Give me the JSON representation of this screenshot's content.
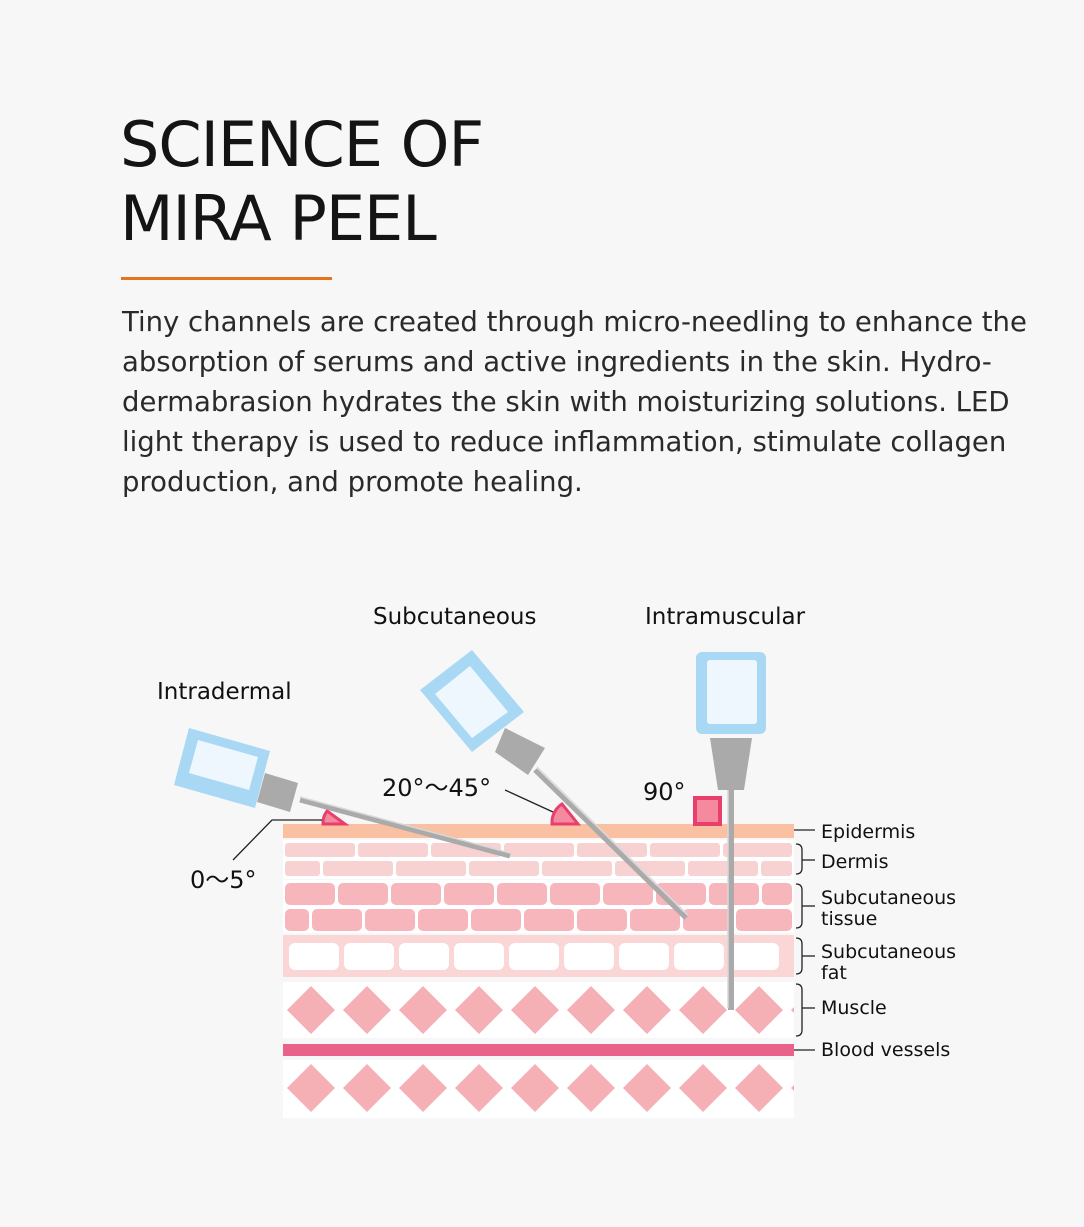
{
  "header": {
    "title_line1": "SCIENCE OF",
    "title_line2": "MIRA PEEL",
    "accent_color": "#e8731f"
  },
  "description": "Tiny channels are created through micro-needling to enhance the absorption of serums and active ingredients in the skin. Hydro-dermabrasion hydrates the skin with moisturizing solutions. LED light therapy is used to reduce inflammation, stimulate collagen production, and promote healing.",
  "diagram": {
    "injections": [
      {
        "name": "Intradermal",
        "angle": "0～5°"
      },
      {
        "name": "Subcutaneous",
        "angle": "20°～45°"
      },
      {
        "name": "Intramuscular",
        "angle": "90°"
      }
    ],
    "layers": [
      {
        "label": "Epidermis"
      },
      {
        "label": "Dermis"
      },
      {
        "label_line1": "Subcutaneous",
        "label_line2": "tissue"
      },
      {
        "label_line1": "Subcutaneous",
        "label_line2": "fat"
      },
      {
        "label": "Muscle"
      },
      {
        "label": "Blood vessels"
      }
    ],
    "colors": {
      "epidermis": "#f9c0a2",
      "dermis": "#f8d2d2",
      "tissue": "#f6b6bb",
      "muscle": "#f5b0b6",
      "blood": "#e8628a",
      "angle_marker": "#e8406c",
      "syringe": "#a8d8f4"
    }
  }
}
